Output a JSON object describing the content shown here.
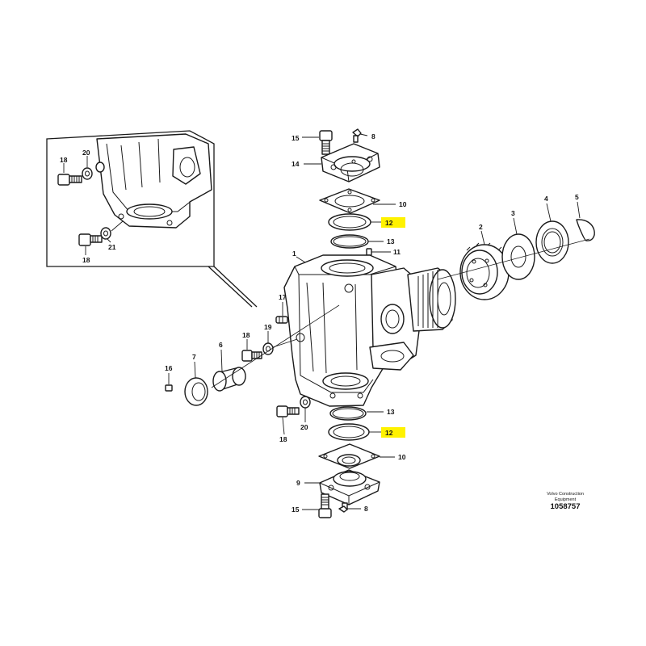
{
  "labels": {
    "l1": "1",
    "l2": "2",
    "l3": "3",
    "l4": "4",
    "l5": "5",
    "l6": "6",
    "l7": "7",
    "l8_top": "8",
    "l8_bottom": "8",
    "l9": "9",
    "l10_top": "10",
    "l10_bottom": "10",
    "l11": "11",
    "l12_top": "12",
    "l12_bottom": "12",
    "l13_top": "13",
    "l13_bottom": "13",
    "l14": "14",
    "l15_top": "15",
    "l15_bottom": "15",
    "l16": "16",
    "l17": "17",
    "l18_main": "18",
    "l18_bottom": "18",
    "l18_inset_top": "18",
    "l18_inset_bottom": "18",
    "l19": "19",
    "l20_main": "20",
    "l20_inset": "20",
    "l21_inset": "21"
  },
  "brand": {
    "line1": "Volvo Construction",
    "line2": "Equipment",
    "drawing_number": "1058757"
  },
  "colors": {
    "highlight": "#fff200",
    "line": "#1a1a1a"
  }
}
